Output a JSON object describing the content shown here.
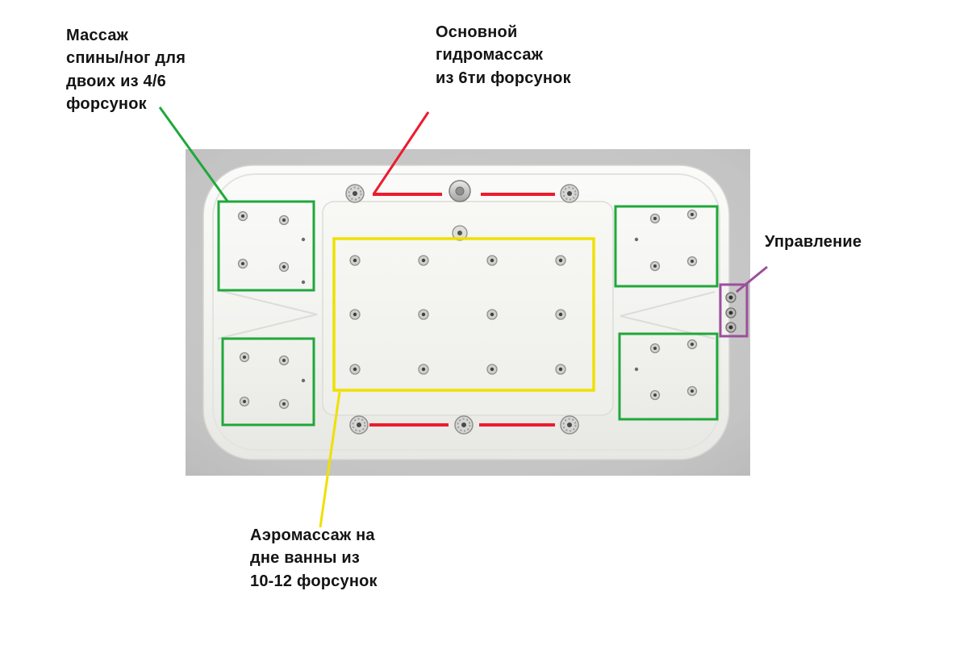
{
  "diagram": {
    "subject": "hydromassage-bathtub-top-view"
  },
  "labels": {
    "back_massage": {
      "text": "Массаж\nспины/ног для\nдвоих из 4/6\nфорсунок"
    },
    "main_hydro": {
      "text": "Основной\nгидромассаж\nиз 6ти форсунок"
    },
    "control": {
      "text": "Управление"
    },
    "aero": {
      "text": "Аэромассаж на\nдне ванны из\n10-12 форсунок"
    }
  },
  "colors": {
    "green": "#1fa83a",
    "red": "#ec1c2e",
    "yellow": "#f0e000",
    "purple": "#9b4f9b",
    "photo": "#c7c7c7"
  }
}
